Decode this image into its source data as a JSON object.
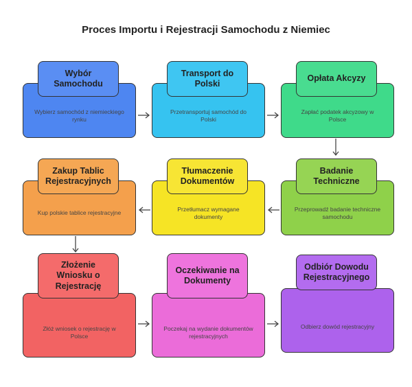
{
  "title": "Proces Importu i Rejestracji Samochodu z Niemiec",
  "steps": [
    {
      "title": "Wybór Samochodu",
      "desc": "Wybierz samochód z niemieckiego rynku",
      "color": "#4e86f1"
    },
    {
      "title": "Transport do Polski",
      "desc": "Przetransportuj samochód do Polski",
      "color": "#36c3f0"
    },
    {
      "title": "Opłata Akcyzy",
      "desc": "Zapłać podatek akcyzowy w Polsce",
      "color": "#3fda8a"
    },
    {
      "title": "Badanie Techniczne",
      "desc": "Przeprowadź badanie techniczne samochodu",
      "color": "#8fd14a"
    },
    {
      "title": "Tłumaczenie Dokumentów",
      "desc": "Przetłumacz wymagane dokumenty",
      "color": "#f6e425"
    },
    {
      "title": "Zakup Tablic Rejestracyjnych",
      "desc": "Kup polskie tablice rejestracyjne",
      "color": "#f4a04c"
    },
    {
      "title": "Złożenie Wniosku o Rejestrację",
      "desc": "Złóż wniosek o rejestrację w Polsce",
      "color": "#f26363"
    },
    {
      "title": "Oczekiwanie na Dokumenty",
      "desc": "Poczekaj na wydanie dokumentów rejestracyjnych",
      "color": "#eb6cd9"
    },
    {
      "title": "Odbiór Dowodu Rejestracyjnego",
      "desc": "Odbierz dowód rejestracyjny",
      "color": "#ad62ec"
    }
  ]
}
